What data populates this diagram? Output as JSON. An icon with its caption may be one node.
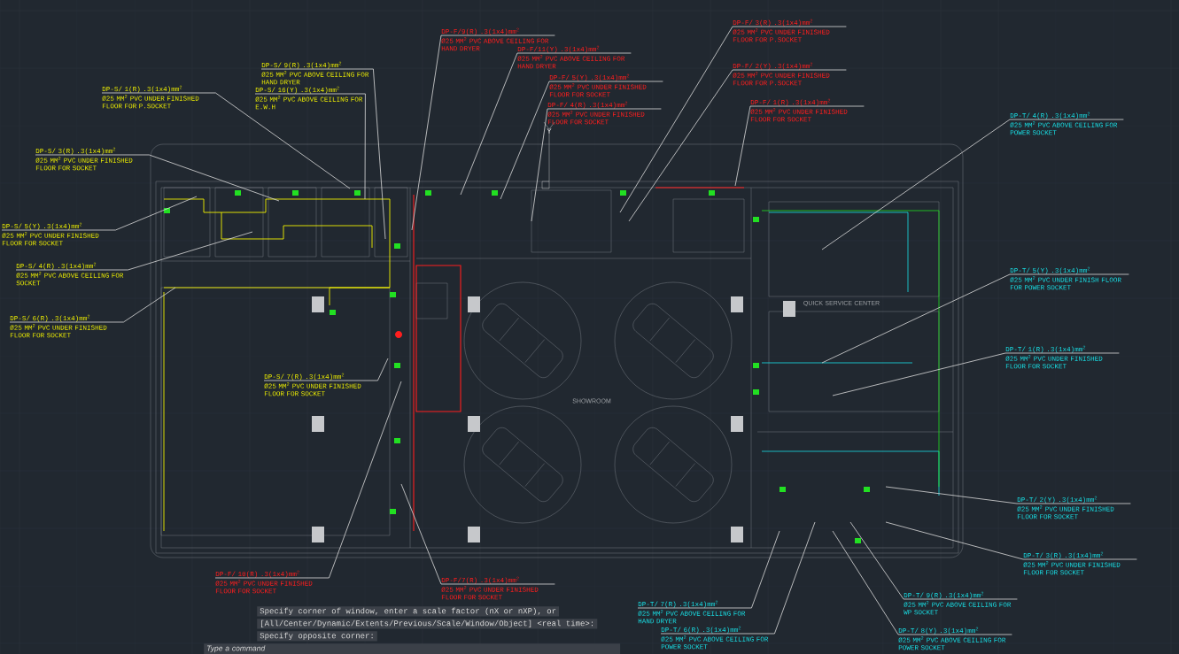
{
  "diagram": {
    "nodes": [
      {
        "text": [
          "DP-S/ 1(R) .3(1x4)mm$^{2}$",
          "Ø25 MM$^{2}$ PVC UNDER FINISHED FLOOR FOR P.SOCKET"
        ]
      },
      {
        "text": [
          "DP-S/ 9(R) .3(1x4)mm$^{2}$",
          "Ø25 MM$^{2}$ PVC ABOVE CEILING FOR HAND DRYER"
        ]
      },
      {
        "text": [
          "DP-S/ 16(Y) .3(1x4)mm$^{2}$",
          "Ø25 MM$^{2}$ PVC ABOVE CEILING FOR E.W.H"
        ]
      },
      {
        "text": [
          "DP-S/ 3(R) .3(1x4)mm$^{2}$",
          "Ø25 MM$^{2}$ PVC UNDER FINISHED FLOOR FOR SOCKET"
        ]
      },
      {
        "text": [
          "DP-S/ 5(Y) .3(1x4)mm$^{2}$",
          "Ø25 MM$^{2}$ PVC UNDER FINISHED FLOOR FOR SOCKET"
        ]
      },
      {
        "text": [
          "DP-S/ 4(R) .3(1x4)mm$^{2}$",
          "Ø25 MM$^{2}$ PVC ABOVE CEILING FOR SOCKET"
        ]
      },
      {
        "text": [
          "DP-S/ 6(R) .3(1x4)mm$^{2}$",
          "Ø25 MM$^{2}$ PVC UNDER FINISHED FLOOR FOR SOCKET"
        ]
      },
      {
        "text": [
          "DP-S/ 7(R) .3(1x4)mm$^{2}$",
          "Ø25 MM$^{2}$ PVC UNDER FINISHED FLOOR FOR SOCKET"
        ]
      },
      {
        "text": [
          "DP-F/9(R) .3(1x4)mm$^{2}$",
          "Ø25 MM$^{2}$ PVC ABOVE CEILING FOR HAND DRYER"
        ]
      },
      {
        "text": [
          "DP-F/11(Y) .3(1x4)mm$^{2}$",
          "Ø25 MM$^{2}$ PVC ABOVE CEILING FOR HAND DRYER"
        ]
      },
      {
        "text": [
          "DP-F/ 5(Y) .3(1x4)mm$^{2}$",
          "Ø25 MM$^{2}$ PVC UNDER FINISHED FLOOR FOR SOCKET"
        ]
      },
      {
        "text": [
          "DP-F/ 4(R) .3(1x4)mm$^{2}$",
          "Ø25 MM$^{2}$ PVC UNDER FINISHED FLOOR FOR SOCKET"
        ]
      },
      {
        "text": [
          "DP-F/ 3(R) .3(1x4)mm$^{2}$",
          "Ø25 MM$^{2}$ PVC UNDER FINISHED FLOOR FOR P.SOCKET"
        ]
      },
      {
        "text": [
          "DP-F/ 2(Y) .3(1x4)mm$^{2}$",
          "Ø25 MM$^{2}$ PVC UNDER FINISHED FLOOR FOR P.SOCKET"
        ]
      },
      {
        "text": [
          "DP-F/ 1(R) .3(1x4)mm$^{2}$",
          "Ø25 MM$^{2}$ PVC UNDER FINISHED FLOOR FOR SOCKET"
        ]
      },
      {
        "text": [
          "DP-F/ 10(R) .3(1x4)mm$^{2}$",
          "Ø25 MM$^{2}$ PVC UNDER FINISHED FLOOR FOR SOCKET"
        ]
      },
      {
        "text": [
          "DP-F/7(R) .3(1x4)mm$^{2}$",
          "Ø25 MM$^{2}$ PVC UNDER FINISHED FLOOR FOR SOCKET"
        ]
      },
      {
        "text": [
          "DP-T/ 4(R) .3(1x4)mm$^{2}$",
          "Ø25 MM$^{2}$ PVC ABOVE CEILING FOR POWER SOCKET"
        ]
      },
      {
        "text": [
          "DP-T/ 5(Y) .3(1x4)mm$^{2}$",
          "Ø25 MM$^{2}$ PVC UNDER FINISH FLOOR FOR POWER SOCKET"
        ]
      },
      {
        "text": [
          "DP-T/ 1(R) .3(1x4)mm$^{2}$",
          "Ø25 MM$^{2}$ PVC UNDER FINISHED FLOOR FOR SOCKET"
        ]
      },
      {
        "text": [
          "DP-T/ 2(Y) .3(1x4)mm$^{2}$",
          "Ø25 MM$^{2}$ PVC UNDER FINISHED FLOOR FOR SOCKET"
        ]
      },
      {
        "text": [
          "DP-T/ 3(R) .3(1x4)mm$^{2}$",
          "Ø25 MM$^{2}$ PVC UNDER FINISHED FLOOR FOR SOCKET"
        ]
      },
      {
        "text": [
          "DP-T/ 9(R) .3(1x4)mm$^{2}$",
          "Ø25 MM$^{2}$ PVC ABOVE CEILING FOR WP SOCKET"
        ]
      },
      {
        "text": [
          "DP-T/ 8(Y) .3(1x4)mm$^{2}$",
          "Ø25 MM$^{2}$ PVC ABOVE CEILING FOR POWER SOCKET"
        ]
      },
      {
        "text": [
          "DP-T/ 7(R) .3(1x4)mm$^{2}$",
          "Ø25 MM$^{2}$ PVC ABOVE CEILING FOR HAND DRYER"
        ]
      },
      {
        "text": [
          "DP-T/ 6(R) .3(1x4)mm$^{2}$",
          "Ø25 MM$^{2}$ PVC ABOVE CEILING FOR POWER SOCKET"
        ]
      }
    ],
    "edges": [
      {
        "from": 0,
        "to": null,
        "arrow": "none"
      },
      {
        "from": 1,
        "to": null,
        "arrow": "none"
      },
      {
        "from": 2,
        "to": null,
        "arrow": "none"
      },
      {
        "from": 3,
        "to": null,
        "arrow": "none"
      },
      {
        "from": 4,
        "to": null,
        "arrow": "none"
      },
      {
        "from": 5,
        "to": null,
        "arrow": "none"
      },
      {
        "from": 6,
        "to": null,
        "arrow": "none"
      },
      {
        "from": 7,
        "to": null,
        "arrow": "none"
      },
      {
        "from": 8,
        "to": null,
        "arrow": "none"
      },
      {
        "from": 9,
        "to": null,
        "arrow": "none"
      },
      {
        "from": 10,
        "to": null,
        "arrow": "none"
      },
      {
        "from": 11,
        "to": null,
        "arrow": "none"
      },
      {
        "from": 12,
        "to": null,
        "arrow": "none"
      },
      {
        "from": 13,
        "to": null,
        "arrow": "none"
      },
      {
        "from": 14,
        "to": null,
        "arrow": "none"
      },
      {
        "from": 15,
        "to": null,
        "arrow": "none"
      },
      {
        "from": 16,
        "to": null,
        "arrow": "none"
      },
      {
        "from": 17,
        "to": null,
        "arrow": "none"
      },
      {
        "from": 18,
        "to": null,
        "arrow": "none"
      },
      {
        "from": 19,
        "to": null,
        "arrow": "none"
      },
      {
        "from": 20,
        "to": null,
        "arrow": "none"
      },
      {
        "from": 21,
        "to": null,
        "arrow": "none"
      },
      {
        "from": 22,
        "to": null,
        "arrow": "none"
      },
      {
        "from": 23,
        "to": null,
        "arrow": "none"
      },
      {
        "from": 24,
        "to": null,
        "arrow": "none"
      },
      {
        "from": 25,
        "to": null,
        "arrow": "none"
      }
    ],
    "labels": [
      "Y",
      "QUICK SERVICE CENTER",
      "SHOWROOM",
      "Specify corner of window, enter a scale factor (nX or nXP), or",
      "[All/Center/Dynamic/Extents/Previous/Scale/Window/Object] <real time>:",
      "Specify opposite corner:",
      "Type a command"
    ]
  }
}
